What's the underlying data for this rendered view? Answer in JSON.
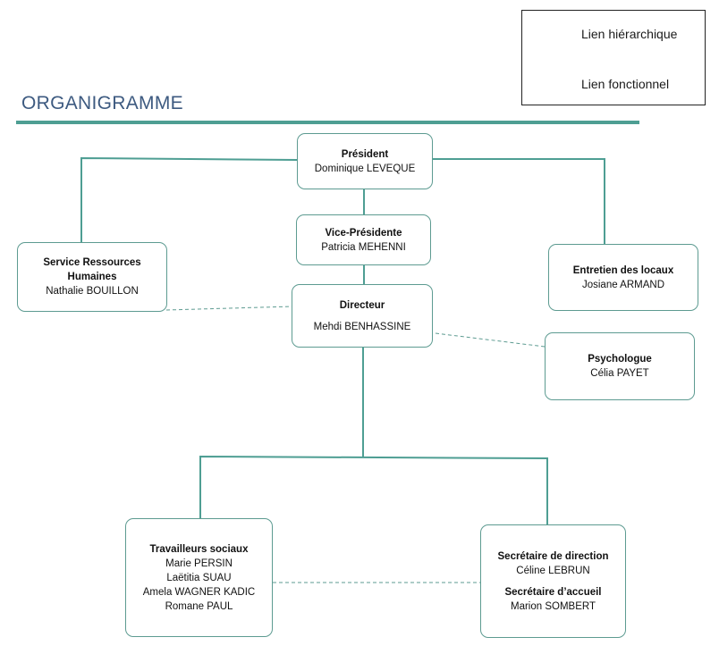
{
  "title": "ORGANIGRAMME",
  "legend": {
    "hierarchical": "Lien hiérarchique",
    "functional": "Lien fonctionnel"
  },
  "colors": {
    "line": "#4e9e93",
    "dashed": "#5d9b91",
    "title": "#3d5a80"
  },
  "nodes": {
    "president": {
      "role": "Président",
      "people": [
        "Dominique LEVEQUE"
      ]
    },
    "vice_president": {
      "role": "Vice-Présidente",
      "people": [
        "Patricia MEHENNI"
      ]
    },
    "hr": {
      "role": "Service Ressources Humaines",
      "people": [
        "Nathalie BOUILLON"
      ]
    },
    "maintenance": {
      "role": "Entretien des locaux",
      "people": [
        "Josiane ARMAND"
      ]
    },
    "director": {
      "role": "Directeur",
      "people": [
        "Mehdi BENHASSINE"
      ]
    },
    "psychologist": {
      "role": "Psychologue",
      "people": [
        "Célia PAYET"
      ]
    },
    "social_workers": {
      "role": "Travailleurs sociaux",
      "people": [
        "Marie PERSIN",
        "Laëtitia SUAU",
        "Amela WAGNER KADIC",
        "Romane PAUL"
      ]
    },
    "secretaries": {
      "role1": "Secrétaire de direction",
      "person1": "Céline LEBRUN",
      "role2": "Secrétaire d’accueil",
      "person2": "Marion SOMBERT"
    }
  }
}
